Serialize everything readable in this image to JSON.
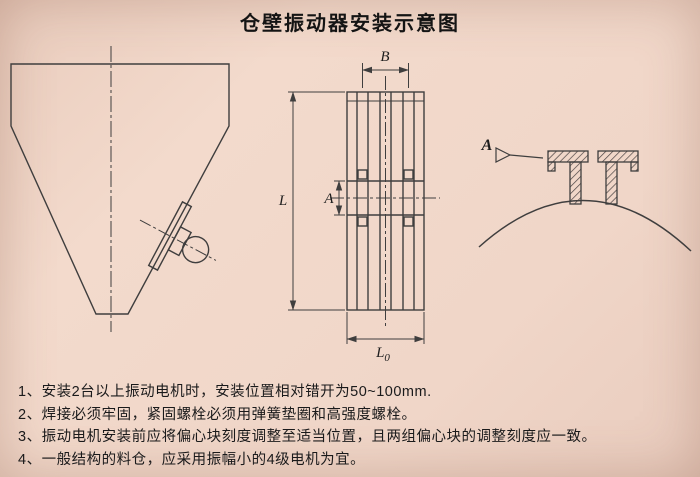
{
  "title": "仓壁振动器安装示意图",
  "dimensions": {
    "width_top": "B",
    "length": "L",
    "hole_spacing": "A",
    "base_length_main": "L",
    "base_length_sub": "0",
    "section_label": "A"
  },
  "notes": [
    "1、安装2台以上振动电机时，安装位置相对错开为50~100mm.",
    "2、焊接必须牢固，紧固螺栓必须用弹簧垫圈和高强度螺栓。",
    "3、振动电机安装前应将偏心块刻度调整至适当位置，且两组偏心块的调整刻度应一致。",
    "4、一般结构的料仓，应采用振幅小的4级电机为宜。"
  ],
  "colors": {
    "background": "#f0d6c8",
    "line": "#3f3e3e",
    "text": "#1a1a1b"
  }
}
